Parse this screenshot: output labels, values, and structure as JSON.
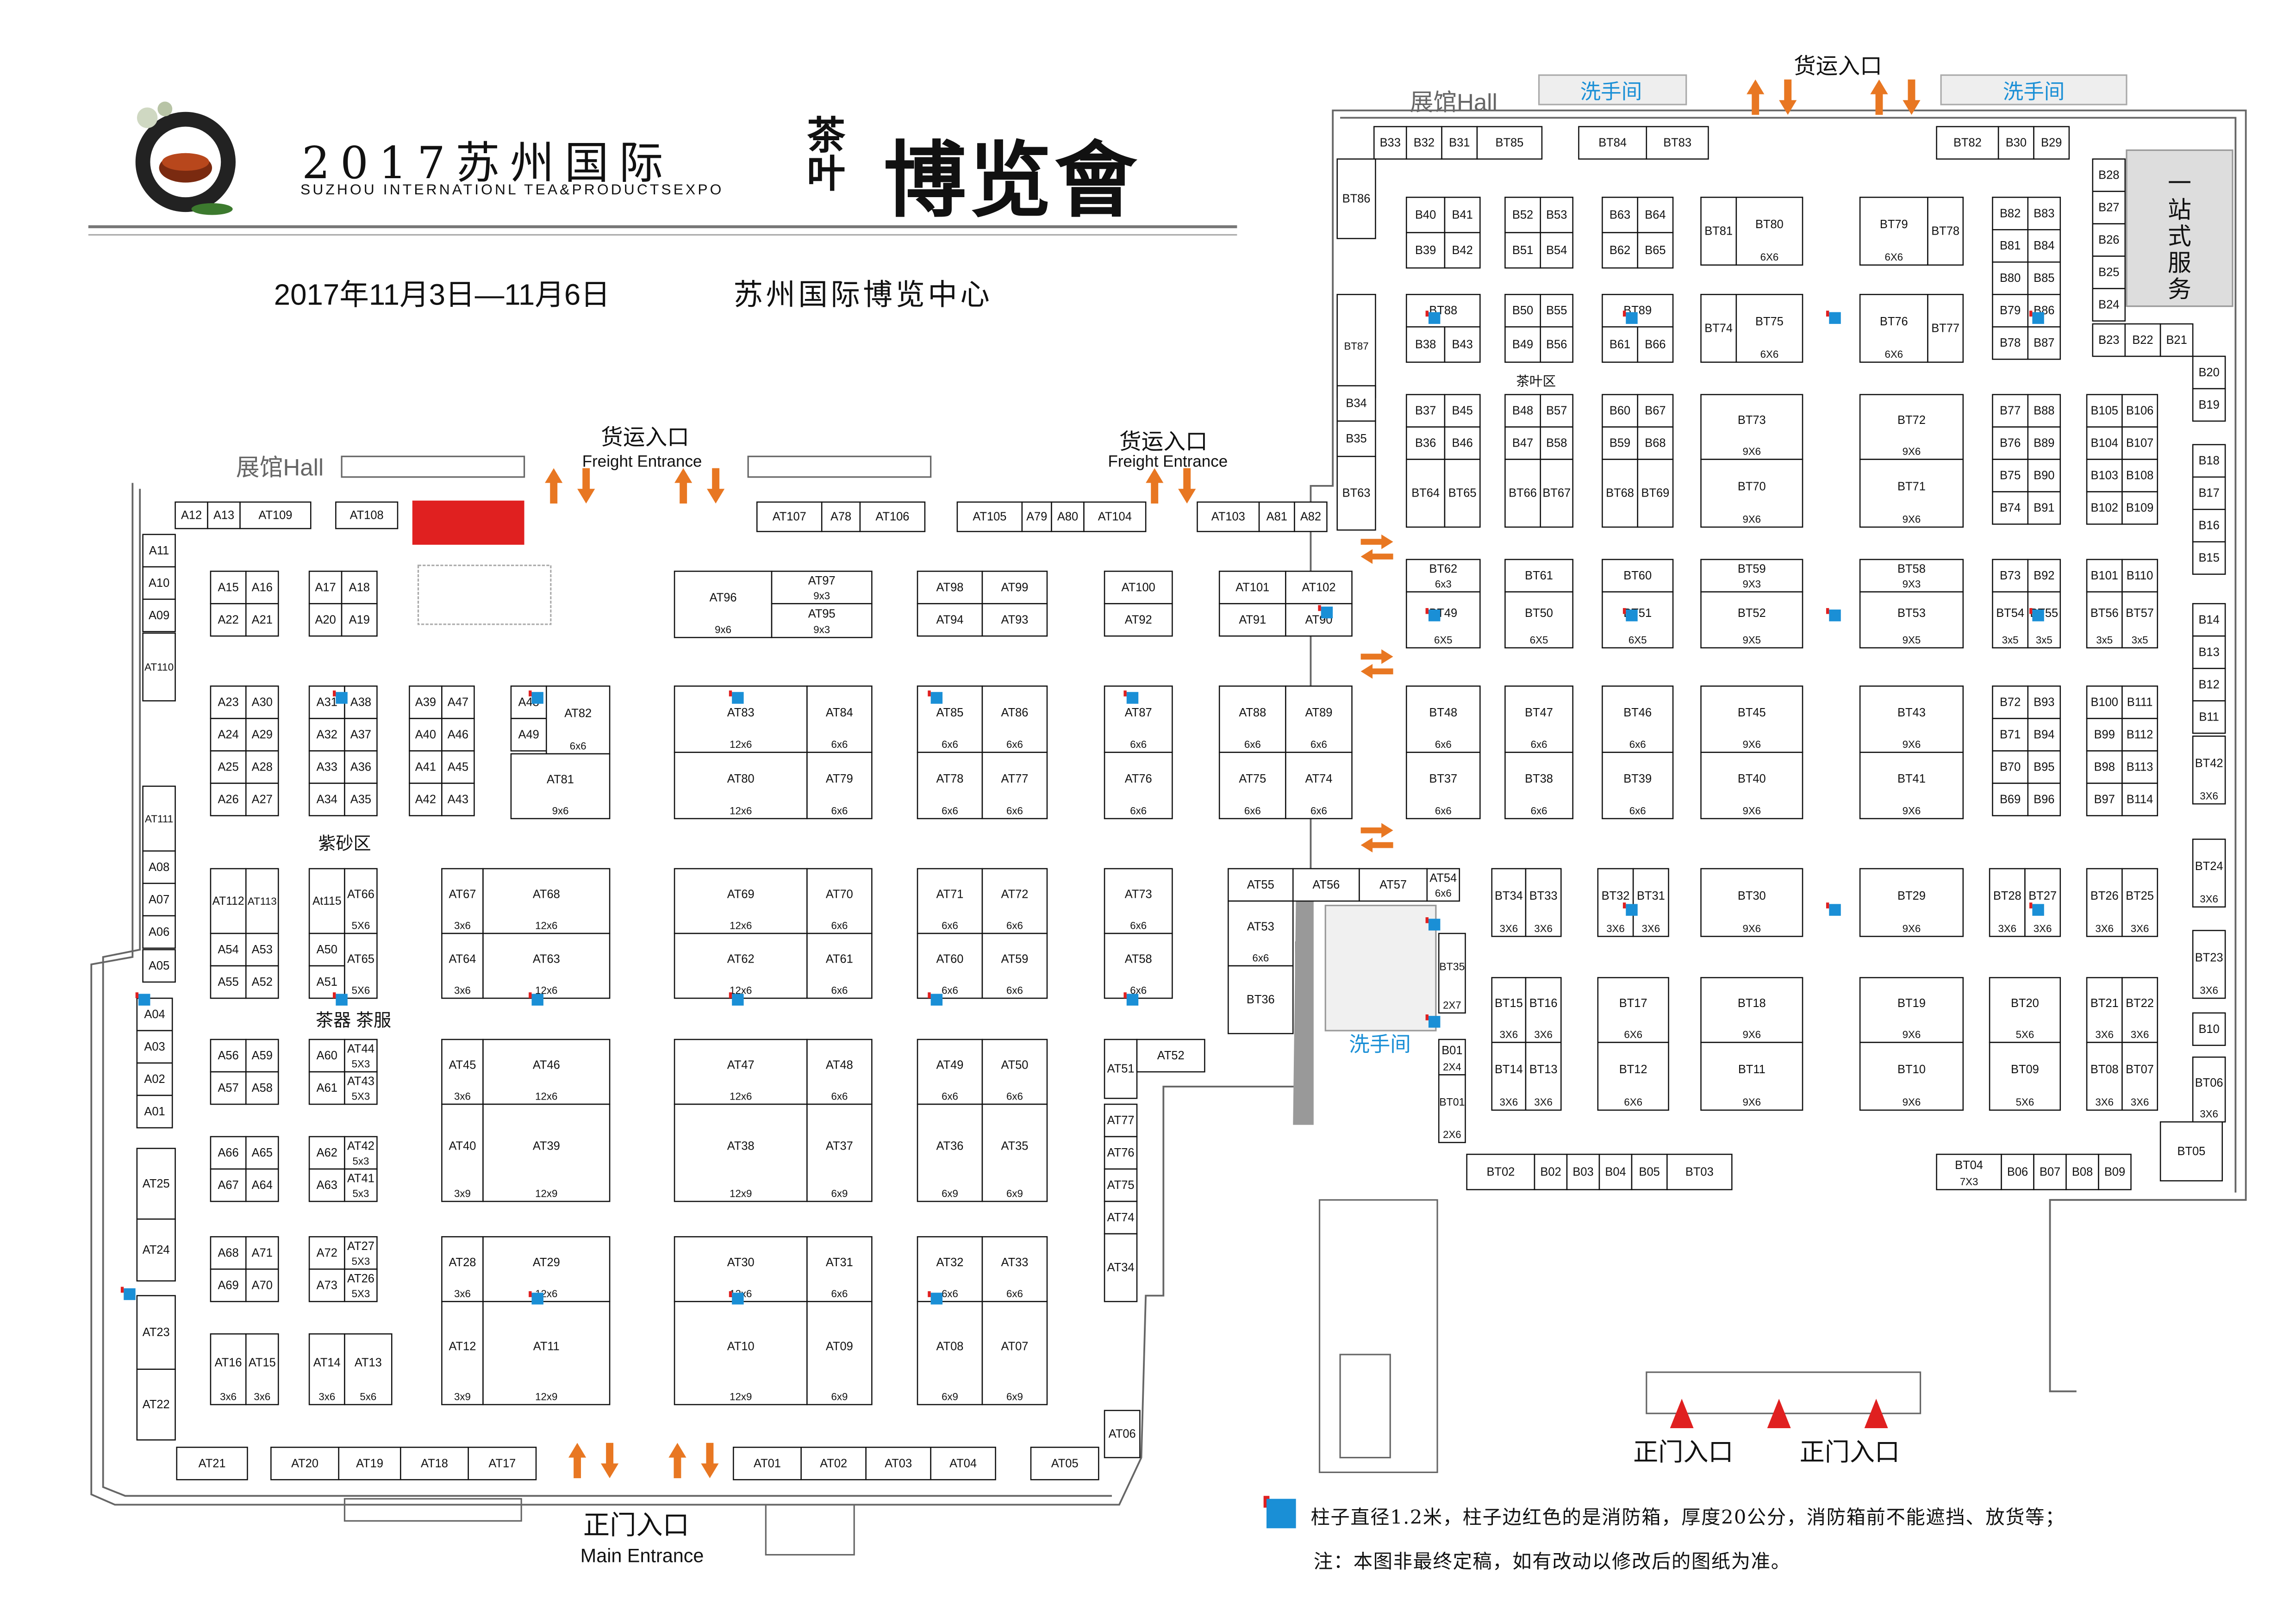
{
  "header": {
    "title_main": "2017苏州国际",
    "title_sub": "SUZHOU INTERNATIONL TEA&PRODUCTSEXPO",
    "logo_tea": "茶叶",
    "logo_calligraphy": "博览會",
    "date": "2017年11月3日—11月6日",
    "venue": "苏州国际博览中心"
  },
  "labels": {
    "hall": "展馆Hall",
    "freight": "货运入口",
    "freight_en": "Freight Entrance",
    "main": "正门入口",
    "main_en": "Main Entrance",
    "restroom": "洗手间",
    "service": "一站式服务",
    "zisha": "紫砂区",
    "teaware": "茶器 茶服",
    "tealeaf": "茶叶区"
  },
  "legend": {
    "pillar": "柱子直径1.2米，柱子边红色的是消防箱，厚度20公分，消防箱前不能遮挡、放货等；",
    "note": "注：本图非最终定稿，如有改动以修改后的图纸为准。"
  },
  "colors": {
    "arrow": "#e87722",
    "pillar": "#1a8fd6",
    "fire": "#e02020",
    "stage": "#e02020",
    "entry_triangle": "#e02020"
  },
  "booths": [
    [
      "A12",
      ""
    ],
    [
      "A13",
      ""
    ],
    [
      "AT109",
      ""
    ],
    [
      "AT108",
      ""
    ],
    [
      "A11",
      ""
    ],
    [
      "A10",
      ""
    ],
    [
      "A09",
      ""
    ],
    [
      "AT110",
      ""
    ],
    [
      "AT111",
      ""
    ],
    [
      "A08",
      ""
    ],
    [
      "A07",
      ""
    ],
    [
      "A06",
      ""
    ],
    [
      "A05",
      ""
    ],
    [
      "A04",
      ""
    ],
    [
      "A03",
      ""
    ],
    [
      "A02",
      ""
    ],
    [
      "A01",
      ""
    ],
    [
      "AT25",
      ""
    ],
    [
      "AT24",
      ""
    ],
    [
      "AT23",
      ""
    ],
    [
      "AT22",
      ""
    ],
    [
      "AT21",
      ""
    ],
    [
      "AT20",
      ""
    ],
    [
      "AT19",
      ""
    ],
    [
      "AT18",
      ""
    ],
    [
      "AT17",
      ""
    ],
    [
      "AT01",
      ""
    ],
    [
      "AT02",
      ""
    ],
    [
      "AT03",
      ""
    ],
    [
      "AT04",
      ""
    ],
    [
      "AT05",
      ""
    ],
    [
      "AT06",
      ""
    ],
    [
      "A15",
      ""
    ],
    [
      "A16",
      ""
    ],
    [
      "A22",
      ""
    ],
    [
      "A21",
      ""
    ],
    [
      "A17",
      ""
    ],
    [
      "A18",
      ""
    ],
    [
      "A20",
      ""
    ],
    [
      "A19",
      ""
    ],
    [
      "A23",
      ""
    ],
    [
      "A30",
      ""
    ],
    [
      "A24",
      ""
    ],
    [
      "A29",
      ""
    ],
    [
      "A25",
      ""
    ],
    [
      "A28",
      ""
    ],
    [
      "A26",
      ""
    ],
    [
      "A27",
      ""
    ],
    [
      "A31",
      ""
    ],
    [
      "A38",
      ""
    ],
    [
      "A32",
      ""
    ],
    [
      "A37",
      ""
    ],
    [
      "A33",
      ""
    ],
    [
      "A36",
      ""
    ],
    [
      "A34",
      ""
    ],
    [
      "A35",
      ""
    ],
    [
      "A39",
      ""
    ],
    [
      "A47",
      ""
    ],
    [
      "A40",
      ""
    ],
    [
      "A46",
      ""
    ],
    [
      "A41",
      ""
    ],
    [
      "A45",
      ""
    ],
    [
      "A42",
      ""
    ],
    [
      "A43",
      ""
    ],
    [
      "A48",
      ""
    ],
    [
      "A49",
      ""
    ],
    [
      "AT82",
      "6x6"
    ],
    [
      "AT81",
      "9x6"
    ],
    [
      "AT112",
      ""
    ],
    [
      "AT113",
      ""
    ],
    [
      "A54",
      ""
    ],
    [
      "A53",
      ""
    ],
    [
      "A55",
      ""
    ],
    [
      "A52",
      ""
    ],
    [
      "At115",
      ""
    ],
    [
      "AT66",
      "5X6"
    ],
    [
      "A50",
      ""
    ],
    [
      "A51",
      ""
    ],
    [
      "AT65",
      "5X6"
    ],
    [
      "AT67",
      "3x6"
    ],
    [
      "AT68",
      "12x6"
    ],
    [
      "AT64",
      "3x6"
    ],
    [
      "AT63",
      "12x6"
    ],
    [
      "A56",
      ""
    ],
    [
      "A59",
      ""
    ],
    [
      "A57",
      ""
    ],
    [
      "A58",
      ""
    ],
    [
      "A60",
      ""
    ],
    [
      "AT44",
      "5X3"
    ],
    [
      "A61",
      ""
    ],
    [
      "AT43",
      "5X3"
    ],
    [
      "AT45",
      "3x6"
    ],
    [
      "AT46",
      "12x6"
    ],
    [
      "AT40",
      "3x9"
    ],
    [
      "AT39",
      "12x9"
    ],
    [
      "A66",
      ""
    ],
    [
      "A65",
      ""
    ],
    [
      "A67",
      ""
    ],
    [
      "A64",
      ""
    ],
    [
      "A62",
      ""
    ],
    [
      "AT42",
      "5x3"
    ],
    [
      "A63",
      ""
    ],
    [
      "AT41",
      "5x3"
    ],
    [
      "A68",
      ""
    ],
    [
      "A71",
      ""
    ],
    [
      "A69",
      ""
    ],
    [
      "A70",
      ""
    ],
    [
      "A72",
      ""
    ],
    [
      "AT27",
      "5X3"
    ],
    [
      "A73",
      ""
    ],
    [
      "AT26",
      "5X3"
    ],
    [
      "AT28",
      "3x6"
    ],
    [
      "AT29",
      "12x6"
    ],
    [
      "AT12",
      "3x9"
    ],
    [
      "AT11",
      "12x9"
    ],
    [
      "AT16",
      "3x6"
    ],
    [
      "AT15",
      "3x6"
    ],
    [
      "AT14",
      "3x6"
    ],
    [
      "AT13",
      "5x6"
    ],
    [
      "AT96",
      "9x6"
    ],
    [
      "AT97",
      "9x3"
    ],
    [
      "AT95",
      "9x3"
    ],
    [
      "AT83",
      "12x6"
    ],
    [
      "AT84",
      "6x6"
    ],
    [
      "AT80",
      "12x6"
    ],
    [
      "AT79",
      "6x6"
    ],
    [
      "AT69",
      "12x6"
    ],
    [
      "AT70",
      "6x6"
    ],
    [
      "AT62",
      "12x6"
    ],
    [
      "AT61",
      "6x6"
    ],
    [
      "AT47",
      "12x6"
    ],
    [
      "AT48",
      "6x6"
    ],
    [
      "AT38",
      "12x9"
    ],
    [
      "AT37",
      "6x9"
    ],
    [
      "AT30",
      "12x6"
    ],
    [
      "AT31",
      "6x6"
    ],
    [
      "AT10",
      "12x9"
    ],
    [
      "AT09",
      "6x9"
    ],
    [
      "AT98",
      ""
    ],
    [
      "AT99",
      ""
    ],
    [
      "AT94",
      ""
    ],
    [
      "AT93",
      ""
    ],
    [
      "AT85",
      "6x6"
    ],
    [
      "AT86",
      "6x6"
    ],
    [
      "AT78",
      "6x6"
    ],
    [
      "AT77",
      "6x6"
    ],
    [
      "AT71",
      "6x6"
    ],
    [
      "AT72",
      "6x6"
    ],
    [
      "AT60",
      "6x6"
    ],
    [
      "AT59",
      "6x6"
    ],
    [
      "AT49",
      "6x6"
    ],
    [
      "AT50",
      "6x6"
    ],
    [
      "AT36",
      "6x9"
    ],
    [
      "AT35",
      "6x9"
    ],
    [
      "AT32",
      "6x6"
    ],
    [
      "AT33",
      "6x6"
    ],
    [
      "AT08",
      "6x9"
    ],
    [
      "AT07",
      "6x9"
    ],
    [
      "AT100",
      ""
    ],
    [
      "AT92",
      ""
    ],
    [
      "AT87",
      "6x6"
    ],
    [
      "AT76",
      "6x6"
    ],
    [
      "AT73",
      "6x6"
    ],
    [
      "AT58",
      "6x6"
    ],
    [
      "AT51",
      ""
    ],
    [
      "AT52",
      ""
    ],
    [
      "AT77",
      ""
    ],
    [
      "AT76",
      ""
    ],
    [
      "AT75",
      ""
    ],
    [
      "AT74",
      ""
    ],
    [
      "AT34",
      ""
    ],
    [
      "AT107",
      ""
    ],
    [
      "A78",
      ""
    ],
    [
      "AT106",
      ""
    ],
    [
      "AT105",
      ""
    ],
    [
      "A79",
      ""
    ],
    [
      "A80",
      ""
    ],
    [
      "AT104",
      ""
    ],
    [
      "AT103",
      ""
    ],
    [
      "A81",
      ""
    ],
    [
      "A82",
      ""
    ],
    [
      "AT101",
      ""
    ],
    [
      "AT102",
      ""
    ],
    [
      "AT91",
      ""
    ],
    [
      "AT90",
      ""
    ],
    [
      "AT88",
      "6x6"
    ],
    [
      "AT89",
      "6x6"
    ],
    [
      "AT75",
      "6x6"
    ],
    [
      "AT74",
      "6x6"
    ],
    [
      "AT55",
      ""
    ],
    [
      "AT56",
      ""
    ],
    [
      "AT57",
      ""
    ],
    [
      "AT54",
      "6x6"
    ],
    [
      "AT53",
      "6x6"
    ],
    [
      "BT36",
      ""
    ],
    [
      "BT35",
      "2X7"
    ],
    [
      "B01",
      "2X4"
    ],
    [
      "BT01",
      "2X6"
    ],
    [
      "B33",
      ""
    ],
    [
      "B32",
      ""
    ],
    [
      "B31",
      ""
    ],
    [
      "BT85",
      ""
    ],
    [
      "BT84",
      ""
    ],
    [
      "BT83",
      ""
    ],
    [
      "BT82",
      ""
    ],
    [
      "B30",
      ""
    ],
    [
      "B29",
      ""
    ],
    [
      "BT86",
      ""
    ],
    [
      "BT87",
      ""
    ],
    [
      "B34",
      ""
    ],
    [
      "B35",
      ""
    ],
    [
      "BT63",
      ""
    ],
    [
      "B40",
      ""
    ],
    [
      "B41",
      ""
    ],
    [
      "B39",
      ""
    ],
    [
      "B42",
      ""
    ],
    [
      "B52",
      ""
    ],
    [
      "B53",
      ""
    ],
    [
      "B51",
      ""
    ],
    [
      "B54",
      ""
    ],
    [
      "B63",
      ""
    ],
    [
      "B64",
      ""
    ],
    [
      "B62",
      ""
    ],
    [
      "B65",
      ""
    ],
    [
      "BT81",
      ""
    ],
    [
      "BT80",
      "6X6"
    ],
    [
      "BT79",
      "6X6"
    ],
    [
      "BT78",
      ""
    ],
    [
      "BT88",
      ""
    ],
    [
      "B38",
      ""
    ],
    [
      "B43",
      ""
    ],
    [
      "B50",
      ""
    ],
    [
      "B55",
      ""
    ],
    [
      "B49",
      ""
    ],
    [
      "B56",
      ""
    ],
    [
      "BT89",
      ""
    ],
    [
      "B61",
      ""
    ],
    [
      "B66",
      ""
    ],
    [
      "BT74",
      ""
    ],
    [
      "BT75",
      "6X6"
    ],
    [
      "BT76",
      "6X6"
    ],
    [
      "BT77",
      ""
    ],
    [
      "B37",
      ""
    ],
    [
      "B45",
      ""
    ],
    [
      "B36",
      ""
    ],
    [
      "B46",
      ""
    ],
    [
      "BT64",
      ""
    ],
    [
      "BT65",
      ""
    ],
    [
      "B48",
      ""
    ],
    [
      "B57",
      ""
    ],
    [
      "B47",
      ""
    ],
    [
      "B58",
      ""
    ],
    [
      "BT66",
      ""
    ],
    [
      "BT67",
      ""
    ],
    [
      "B60",
      ""
    ],
    [
      "B67",
      ""
    ],
    [
      "B59",
      ""
    ],
    [
      "B68",
      ""
    ],
    [
      "BT68",
      ""
    ],
    [
      "BT69",
      ""
    ],
    [
      "BT73",
      "9X6"
    ],
    [
      "BT70",
      "9X6"
    ],
    [
      "BT72",
      "9X6"
    ],
    [
      "BT71",
      "9X6"
    ],
    [
      "BT62",
      "6x3"
    ],
    [
      "BT49",
      "6X5"
    ],
    [
      "BT61",
      ""
    ],
    [
      "BT50",
      "6X5"
    ],
    [
      "BT60",
      ""
    ],
    [
      "BT51",
      "6X5"
    ],
    [
      "BT59",
      "9X3"
    ],
    [
      "BT52",
      "9X5"
    ],
    [
      "BT58",
      "9X3"
    ],
    [
      "BT53",
      "9X5"
    ],
    [
      "BT48",
      "6x6"
    ],
    [
      "BT37",
      "6x6"
    ],
    [
      "BT47",
      "6x6"
    ],
    [
      "BT38",
      "6x6"
    ],
    [
      "BT46",
      "6x6"
    ],
    [
      "BT39",
      "6x6"
    ],
    [
      "BT45",
      "9X6"
    ],
    [
      "BT40",
      "9X6"
    ],
    [
      "BT43",
      "9X6"
    ],
    [
      "BT41",
      "9X6"
    ],
    [
      "BT34",
      "3X6"
    ],
    [
      "BT33",
      "3X6"
    ],
    [
      "BT32",
      "3X6"
    ],
    [
      "BT31",
      "3X6"
    ],
    [
      "BT30",
      "9X6"
    ],
    [
      "BT29",
      "9X6"
    ],
    [
      "BT15",
      "3X6"
    ],
    [
      "BT16",
      "3X6"
    ],
    [
      "BT14",
      "3X6"
    ],
    [
      "BT13",
      "3X6"
    ],
    [
      "BT17",
      "6X6"
    ],
    [
      "BT12",
      "6X6"
    ],
    [
      "BT18",
      "9X6"
    ],
    [
      "BT11",
      "9X6"
    ],
    [
      "BT19",
      "9X6"
    ],
    [
      "BT10",
      "9X6"
    ],
    [
      "BT02",
      ""
    ],
    [
      "B02",
      ""
    ],
    [
      "B03",
      ""
    ],
    [
      "B04",
      ""
    ],
    [
      "B05",
      ""
    ],
    [
      "BT03",
      ""
    ],
    [
      "BT04",
      "7X3"
    ],
    [
      "B06",
      ""
    ],
    [
      "B07",
      ""
    ],
    [
      "B08",
      ""
    ],
    [
      "B09",
      ""
    ],
    [
      "BT05",
      ""
    ],
    [
      "B82",
      ""
    ],
    [
      "B83",
      ""
    ],
    [
      "B81",
      ""
    ],
    [
      "B84",
      ""
    ],
    [
      "B80",
      ""
    ],
    [
      "B85",
      ""
    ],
    [
      "B79",
      ""
    ],
    [
      "B86",
      ""
    ],
    [
      "B78",
      ""
    ],
    [
      "B87",
      ""
    ],
    [
      "B28",
      ""
    ],
    [
      "B27",
      ""
    ],
    [
      "B26",
      ""
    ],
    [
      "B25",
      ""
    ],
    [
      "B24",
      ""
    ],
    [
      "B23",
      ""
    ],
    [
      "B22",
      ""
    ],
    [
      "B21",
      ""
    ],
    [
      "B20",
      ""
    ],
    [
      "B19",
      ""
    ],
    [
      "B18",
      ""
    ],
    [
      "B17",
      ""
    ],
    [
      "B16",
      ""
    ],
    [
      "B15",
      ""
    ],
    [
      "B14",
      ""
    ],
    [
      "B13",
      ""
    ],
    [
      "B12",
      ""
    ],
    [
      "B11",
      ""
    ],
    [
      "BT42",
      "3X6"
    ],
    [
      "BT24",
      "3X6"
    ],
    [
      "BT23",
      "3X6"
    ],
    [
      "B10",
      ""
    ],
    [
      "BT06",
      "3X6"
    ],
    [
      "B77",
      ""
    ],
    [
      "B88",
      ""
    ],
    [
      "B76",
      ""
    ],
    [
      "B89",
      ""
    ],
    [
      "B75",
      ""
    ],
    [
      "B90",
      ""
    ],
    [
      "B74",
      ""
    ],
    [
      "B91",
      ""
    ],
    [
      "B105",
      ""
    ],
    [
      "B106",
      ""
    ],
    [
      "B104",
      ""
    ],
    [
      "B107",
      ""
    ],
    [
      "B103",
      ""
    ],
    [
      "B108",
      ""
    ],
    [
      "B102",
      ""
    ],
    [
      "B109",
      ""
    ],
    [
      "B73",
      ""
    ],
    [
      "B92",
      ""
    ],
    [
      "BT54",
      "3x5"
    ],
    [
      "BT55",
      "3x5"
    ],
    [
      "B101",
      ""
    ],
    [
      "B110",
      ""
    ],
    [
      "BT56",
      "3x5"
    ],
    [
      "BT57",
      "3x5"
    ],
    [
      "B72",
      ""
    ],
    [
      "B93",
      ""
    ],
    [
      "B71",
      ""
    ],
    [
      "B94",
      ""
    ],
    [
      "B70",
      ""
    ],
    [
      "B95",
      ""
    ],
    [
      "B69",
      ""
    ],
    [
      "B96",
      ""
    ],
    [
      "B100",
      ""
    ],
    [
      "B111",
      ""
    ],
    [
      "B99",
      ""
    ],
    [
      "B112",
      ""
    ],
    [
      "B98",
      ""
    ],
    [
      "B113",
      ""
    ],
    [
      "B97",
      ""
    ],
    [
      "B114",
      ""
    ],
    [
      "BT28",
      "3X6"
    ],
    [
      "BT27",
      "3X6"
    ],
    [
      "BT26",
      "3X6"
    ],
    [
      "BT25",
      "3X6"
    ],
    [
      "BT20",
      "5X6"
    ],
    [
      "BT09",
      "5X6"
    ],
    [
      "BT21",
      "3X6"
    ],
    [
      "BT22",
      "3X6"
    ],
    [
      "BT08",
      "3X6"
    ],
    [
      "BT07",
      "3X6"
    ]
  ]
}
